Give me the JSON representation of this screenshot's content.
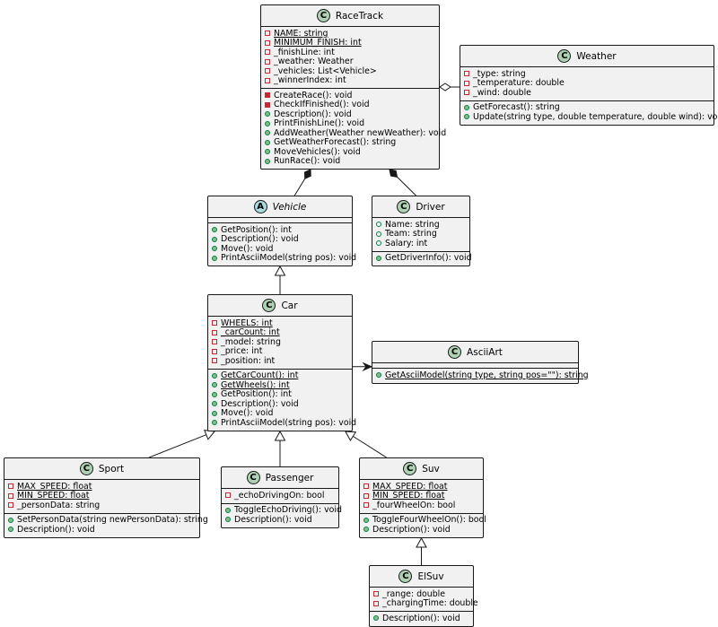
{
  "colors": {
    "class_fill": "#f1f1f1",
    "border": "#181818",
    "class_badge": "#add1b2",
    "abstract_badge": "#a9dcdf",
    "private_marker": "#c82930",
    "public_marker": "#038048",
    "public_marker_fill": "#84be84"
  },
  "classes": [
    {
      "id": "racetrack",
      "badge": "C",
      "kind": "class",
      "name": "RaceTrack",
      "fields": [
        {
          "vis": "private",
          "text": "NAME: string",
          "static": true
        },
        {
          "vis": "private",
          "text": "MINIMUM_FINISH: int",
          "static": true
        },
        {
          "vis": "private",
          "text": "_finishLine: int"
        },
        {
          "vis": "private",
          "text": "_weather: Weather"
        },
        {
          "vis": "private",
          "text": "_vehicles: List<Vehicle>"
        },
        {
          "vis": "private",
          "text": "_winnerIndex: int"
        }
      ],
      "methods": [
        {
          "vis": "private",
          "text": "CreateRace(): void"
        },
        {
          "vis": "private",
          "text": "CheckIfFinished(): void"
        },
        {
          "vis": "public",
          "text": "Description(): void"
        },
        {
          "vis": "public",
          "text": "PrintFinishLine(): void"
        },
        {
          "vis": "public",
          "text": "AddWeather(Weather newWeather): void"
        },
        {
          "vis": "public",
          "text": "GetWeatherForecast(): string"
        },
        {
          "vis": "public",
          "text": "MoveVehicles(): void"
        },
        {
          "vis": "public",
          "text": "RunRace(): void"
        }
      ]
    },
    {
      "id": "weather",
      "badge": "C",
      "kind": "class",
      "name": "Weather",
      "fields": [
        {
          "vis": "private",
          "text": "_type: string"
        },
        {
          "vis": "private",
          "text": "_temperature: double"
        },
        {
          "vis": "private",
          "text": "_wind: double"
        }
      ],
      "methods": [
        {
          "vis": "public",
          "text": "GetForecast(): string"
        },
        {
          "vis": "public",
          "text": "Update(string type, double temperature, double wind): void"
        }
      ]
    },
    {
      "id": "vehicle",
      "badge": "A",
      "kind": "abstract",
      "name": "Vehicle",
      "fields": [],
      "methods": [
        {
          "vis": "public",
          "text": "GetPosition(): int"
        },
        {
          "vis": "public",
          "text": "Description(): void"
        },
        {
          "vis": "public",
          "text": "Move(): void"
        },
        {
          "vis": "public",
          "text": "PrintAsciiModel(string pos): void"
        }
      ]
    },
    {
      "id": "driver",
      "badge": "C",
      "kind": "class",
      "name": "Driver",
      "fields": [
        {
          "vis": "public",
          "text": "Name: string",
          "hollow": true
        },
        {
          "vis": "public",
          "text": "Team: string",
          "hollow": true
        },
        {
          "vis": "public",
          "text": "Salary: int",
          "hollow": true
        }
      ],
      "methods": [
        {
          "vis": "public",
          "text": "GetDriverInfo(): void"
        }
      ]
    },
    {
      "id": "car",
      "badge": "C",
      "kind": "class",
      "name": "Car",
      "fields": [
        {
          "vis": "private",
          "text": "WHEELS: int",
          "static": true
        },
        {
          "vis": "private",
          "text": "_carCount: int",
          "static": true
        },
        {
          "vis": "private",
          "text": "_model: string"
        },
        {
          "vis": "private",
          "text": "_price: int"
        },
        {
          "vis": "private",
          "text": "_position: int"
        }
      ],
      "methods": [
        {
          "vis": "public",
          "text": "GetCarCount(): int",
          "static": true
        },
        {
          "vis": "public",
          "text": "GetWheels(): int",
          "static": true
        },
        {
          "vis": "public",
          "text": "GetPosition(): int"
        },
        {
          "vis": "public",
          "text": "Description(): void"
        },
        {
          "vis": "public",
          "text": "Move(): void"
        },
        {
          "vis": "public",
          "text": "PrintAsciiModel(string pos): void"
        }
      ]
    },
    {
      "id": "asciiart",
      "badge": "C",
      "kind": "class",
      "name": "AsciiArt",
      "fields": [],
      "methods": [
        {
          "vis": "public",
          "text": "GetAsciiModel(string type, string pos=\"\"): string",
          "static": true
        }
      ]
    },
    {
      "id": "sport",
      "badge": "C",
      "kind": "class",
      "name": "Sport",
      "fields": [
        {
          "vis": "private",
          "text": "MAX_SPEED: float",
          "static": true
        },
        {
          "vis": "private",
          "text": "MIN_SPEED: float",
          "static": true
        },
        {
          "vis": "private",
          "text": "_personData: string"
        }
      ],
      "methods": [
        {
          "vis": "public",
          "text": "SetPersonData(string newPersonData): string"
        },
        {
          "vis": "public",
          "text": "Description(): void"
        }
      ]
    },
    {
      "id": "passenger",
      "badge": "C",
      "kind": "class",
      "name": "Passenger",
      "fields": [
        {
          "vis": "private",
          "text": "_echoDrivingOn: bool"
        }
      ],
      "methods": [
        {
          "vis": "public",
          "text": "ToggleEchoDriving(): void"
        },
        {
          "vis": "public",
          "text": "Description(): void"
        }
      ]
    },
    {
      "id": "suv",
      "badge": "C",
      "kind": "class",
      "name": "Suv",
      "fields": [
        {
          "vis": "private",
          "text": "MAX_SPEED: float",
          "static": true
        },
        {
          "vis": "private",
          "text": "MIN_SPEED: float",
          "static": true
        },
        {
          "vis": "private",
          "text": "_fourWheelOn: bool"
        }
      ],
      "methods": [
        {
          "vis": "public",
          "text": "ToggleFourWheelOn(): bool"
        },
        {
          "vis": "public",
          "text": "Description(): void"
        }
      ]
    },
    {
      "id": "elsuv",
      "badge": "C",
      "kind": "class",
      "name": "ElSuv",
      "fields": [
        {
          "vis": "private",
          "text": "_range: double"
        },
        {
          "vis": "private",
          "text": "_chargingTime: double"
        }
      ],
      "methods": [
        {
          "vis": "public",
          "text": "Description(): void"
        }
      ]
    }
  ],
  "relations": [
    {
      "type": "aggregation",
      "from": "racetrack",
      "to": "weather"
    },
    {
      "type": "composition",
      "from": "racetrack",
      "to": "vehicle"
    },
    {
      "type": "composition",
      "from": "racetrack",
      "to": "driver"
    },
    {
      "type": "inheritance",
      "from": "car",
      "to": "vehicle"
    },
    {
      "type": "dependency",
      "from": "car",
      "to": "asciiart"
    },
    {
      "type": "inheritance",
      "from": "sport",
      "to": "car"
    },
    {
      "type": "inheritance",
      "from": "passenger",
      "to": "car"
    },
    {
      "type": "inheritance",
      "from": "suv",
      "to": "car"
    },
    {
      "type": "inheritance",
      "from": "elsuv",
      "to": "suv"
    }
  ]
}
